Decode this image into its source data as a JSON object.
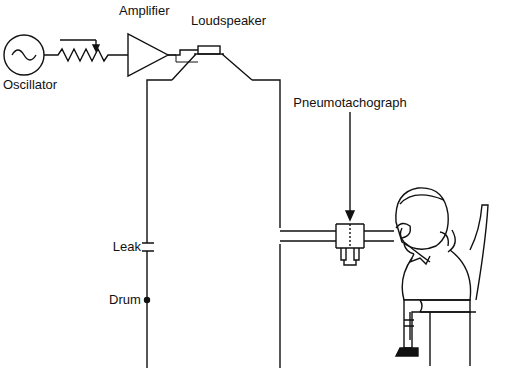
{
  "diagram": {
    "labels": [
      "Amplifier",
      "Oscillator",
      "Loudspeaker",
      "Leak",
      "Drum",
      "Pneumotachograph"
    ]
  }
}
